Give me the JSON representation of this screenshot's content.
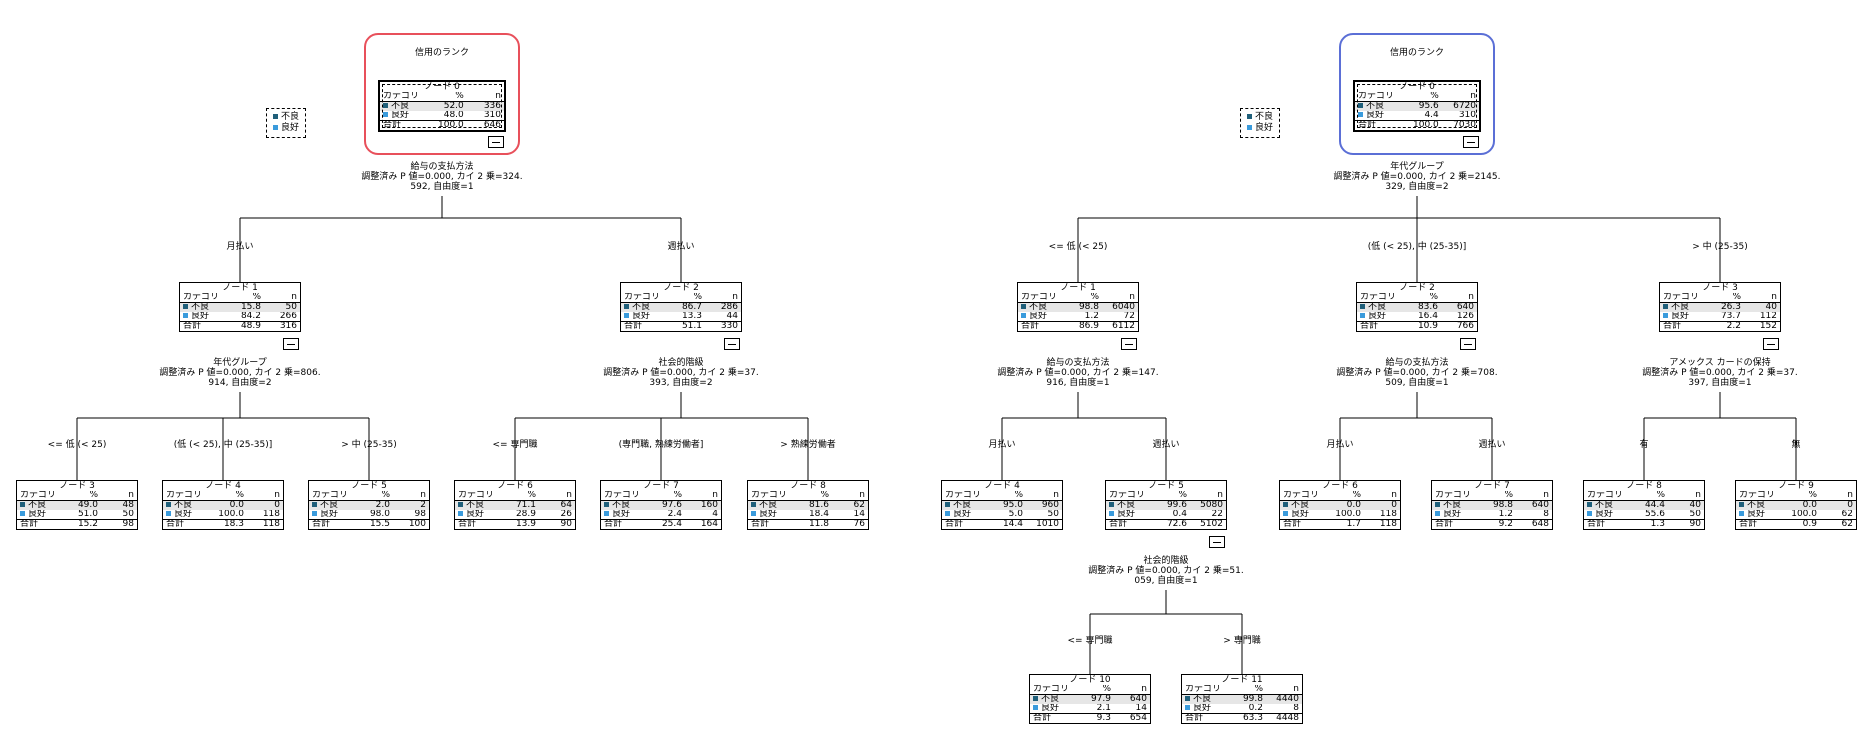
{
  "colors": {
    "bad": "#1f5f7a",
    "good": "#3a9bdc",
    "highlight_left": "#e8505b",
    "highlight_right": "#5b6fd6"
  },
  "trees": [
    {
      "dependent": "信用のランク",
      "legend": [
        "不良",
        "良好"
      ],
      "nodes": [
        {
          "id": "n0",
          "title": "ノード 0",
          "hdr": [
            "カテゴリ",
            "%",
            "n"
          ],
          "rows": [
            [
              "不良",
              "52.0",
              "336"
            ],
            [
              "良好",
              "48.0",
              "310"
            ]
          ],
          "total": [
            "合計",
            "100.0",
            "646"
          ]
        },
        {
          "id": "n1",
          "title": "ノード 1",
          "hdr": [
            "カテゴリ",
            "%",
            "n"
          ],
          "rows": [
            [
              "不良",
              "15.8",
              "50"
            ],
            [
              "良好",
              "84.2",
              "266"
            ]
          ],
          "total": [
            "合計",
            "48.9",
            "316"
          ]
        },
        {
          "id": "n2",
          "title": "ノード 2",
          "hdr": [
            "カテゴリ",
            "%",
            "n"
          ],
          "rows": [
            [
              "不良",
              "86.7",
              "286"
            ],
            [
              "良好",
              "13.3",
              "44"
            ]
          ],
          "total": [
            "合計",
            "51.1",
            "330"
          ]
        },
        {
          "id": "n3",
          "title": "ノード 3",
          "hdr": [
            "カテゴリ",
            "%",
            "n"
          ],
          "rows": [
            [
              "不良",
              "49.0",
              "48"
            ],
            [
              "良好",
              "51.0",
              "50"
            ]
          ],
          "total": [
            "合計",
            "15.2",
            "98"
          ]
        },
        {
          "id": "n4",
          "title": "ノード 4",
          "hdr": [
            "カテゴリ",
            "%",
            "n"
          ],
          "rows": [
            [
              "不良",
              "0.0",
              "0"
            ],
            [
              "良好",
              "100.0",
              "118"
            ]
          ],
          "total": [
            "合計",
            "18.3",
            "118"
          ]
        },
        {
          "id": "n5",
          "title": "ノード 5",
          "hdr": [
            "カテゴリ",
            "%",
            "n"
          ],
          "rows": [
            [
              "不良",
              "2.0",
              "2"
            ],
            [
              "良好",
              "98.0",
              "98"
            ]
          ],
          "total": [
            "合計",
            "15.5",
            "100"
          ]
        },
        {
          "id": "n6",
          "title": "ノード 6",
          "hdr": [
            "カテゴリ",
            "%",
            "n"
          ],
          "rows": [
            [
              "不良",
              "71.1",
              "64"
            ],
            [
              "良好",
              "28.9",
              "26"
            ]
          ],
          "total": [
            "合計",
            "13.9",
            "90"
          ]
        },
        {
          "id": "n7",
          "title": "ノード 7",
          "hdr": [
            "カテゴリ",
            "%",
            "n"
          ],
          "rows": [
            [
              "不良",
              "97.6",
              "160"
            ],
            [
              "良好",
              "2.4",
              "4"
            ]
          ],
          "total": [
            "合計",
            "25.4",
            "164"
          ]
        },
        {
          "id": "n8",
          "title": "ノード 8",
          "hdr": [
            "カテゴリ",
            "%",
            "n"
          ],
          "rows": [
            [
              "不良",
              "81.6",
              "62"
            ],
            [
              "良好",
              "18.4",
              "14"
            ]
          ],
          "total": [
            "合計",
            "11.8",
            "76"
          ]
        }
      ],
      "splits": [
        {
          "var": "給与の支払方法",
          "stat": "調整済み P 値=0.000, カイ 2 乗=324.",
          "stat2": "592, 自由度=1"
        },
        {
          "var": "年代グループ",
          "stat": "調整済み P 値=0.000, カイ 2 乗=806.",
          "stat2": "914, 自由度=2"
        },
        {
          "var": "社会的階級",
          "stat": "調整済み P 値=0.000, カイ 2 乗=37.",
          "stat2": "393, 自由度=2"
        }
      ],
      "branches": [
        "月払い",
        "週払い",
        "<= 低 (< 25)",
        "(低 (< 25), 中 (25-35)]",
        "> 中 (25-35)",
        "<= 専門職",
        "(専門職, 熟練労働者]",
        "> 熟練労働者"
      ]
    },
    {
      "dependent": "信用のランク",
      "legend": [
        "不良",
        "良好"
      ],
      "nodes": [
        {
          "id": "n0",
          "title": "ノード 0",
          "hdr": [
            "カテゴリ",
            "%",
            "n"
          ],
          "rows": [
            [
              "不良",
              "95.6",
              "6720"
            ],
            [
              "良好",
              "4.4",
              "310"
            ]
          ],
          "total": [
            "合計",
            "100.0",
            "7030"
          ]
        },
        {
          "id": "n1",
          "title": "ノード 1",
          "hdr": [
            "カテゴリ",
            "%",
            "n"
          ],
          "rows": [
            [
              "不良",
              "98.8",
              "6040"
            ],
            [
              "良好",
              "1.2",
              "72"
            ]
          ],
          "total": [
            "合計",
            "86.9",
            "6112"
          ]
        },
        {
          "id": "n2",
          "title": "ノード 2",
          "hdr": [
            "カテゴリ",
            "%",
            "n"
          ],
          "rows": [
            [
              "不良",
              "83.6",
              "640"
            ],
            [
              "良好",
              "16.4",
              "126"
            ]
          ],
          "total": [
            "合計",
            "10.9",
            "766"
          ]
        },
        {
          "id": "n3",
          "title": "ノード 3",
          "hdr": [
            "カテゴリ",
            "%",
            "n"
          ],
          "rows": [
            [
              "不良",
              "26.3",
              "40"
            ],
            [
              "良好",
              "73.7",
              "112"
            ]
          ],
          "total": [
            "合計",
            "2.2",
            "152"
          ]
        },
        {
          "id": "n4",
          "title": "ノード 4",
          "hdr": [
            "カテゴリ",
            "%",
            "n"
          ],
          "rows": [
            [
              "不良",
              "95.0",
              "960"
            ],
            [
              "良好",
              "5.0",
              "50"
            ]
          ],
          "total": [
            "合計",
            "14.4",
            "1010"
          ]
        },
        {
          "id": "n5",
          "title": "ノード 5",
          "hdr": [
            "カテゴリ",
            "%",
            "n"
          ],
          "rows": [
            [
              "不良",
              "99.6",
              "5080"
            ],
            [
              "良好",
              "0.4",
              "22"
            ]
          ],
          "total": [
            "合計",
            "72.6",
            "5102"
          ]
        },
        {
          "id": "n6",
          "title": "ノード 6",
          "hdr": [
            "カテゴリ",
            "%",
            "n"
          ],
          "rows": [
            [
              "不良",
              "0.0",
              "0"
            ],
            [
              "良好",
              "100.0",
              "118"
            ]
          ],
          "total": [
            "合計",
            "1.7",
            "118"
          ]
        },
        {
          "id": "n7",
          "title": "ノード 7",
          "hdr": [
            "カテゴリ",
            "%",
            "n"
          ],
          "rows": [
            [
              "不良",
              "98.8",
              "640"
            ],
            [
              "良好",
              "1.2",
              "8"
            ]
          ],
          "total": [
            "合計",
            "9.2",
            "648"
          ]
        },
        {
          "id": "n8",
          "title": "ノード 8",
          "hdr": [
            "カテゴリ",
            "%",
            "n"
          ],
          "rows": [
            [
              "不良",
              "44.4",
              "40"
            ],
            [
              "良好",
              "55.6",
              "50"
            ]
          ],
          "total": [
            "合計",
            "1.3",
            "90"
          ]
        },
        {
          "id": "n9",
          "title": "ノード 9",
          "hdr": [
            "カテゴリ",
            "%",
            "n"
          ],
          "rows": [
            [
              "不良",
              "0.0",
              "0"
            ],
            [
              "良好",
              "100.0",
              "62"
            ]
          ],
          "total": [
            "合計",
            "0.9",
            "62"
          ]
        },
        {
          "id": "n10",
          "title": "ノード 10",
          "hdr": [
            "カテゴリ",
            "%",
            "n"
          ],
          "rows": [
            [
              "不良",
              "97.9",
              "640"
            ],
            [
              "良好",
              "2.1",
              "14"
            ]
          ],
          "total": [
            "合計",
            "9.3",
            "654"
          ]
        },
        {
          "id": "n11",
          "title": "ノード 11",
          "hdr": [
            "カテゴリ",
            "%",
            "n"
          ],
          "rows": [
            [
              "不良",
              "99.8",
              "4440"
            ],
            [
              "良好",
              "0.2",
              "8"
            ]
          ],
          "total": [
            "合計",
            "63.3",
            "4448"
          ]
        }
      ],
      "splits": [
        {
          "var": "年代グループ",
          "stat": "調整済み P 値=0.000, カイ 2 乗=2145.",
          "stat2": "329, 自由度=2"
        },
        {
          "var": "給与の支払方法",
          "stat": "調整済み P 値=0.000, カイ 2 乗=147.",
          "stat2": "916, 自由度=1"
        },
        {
          "var": "給与の支払方法",
          "stat": "調整済み P 値=0.000, カイ 2 乗=708.",
          "stat2": "509, 自由度=1"
        },
        {
          "var": "アメックス カードの保持",
          "stat": "調整済み P 値=0.000, カイ 2 乗=37.",
          "stat2": "397, 自由度=1"
        },
        {
          "var": "社会的階級",
          "stat": "調整済み P 値=0.000, カイ 2 乗=51.",
          "stat2": "059, 自由度=1"
        }
      ],
      "branches": [
        "<= 低 (< 25)",
        "(低 (< 25), 中 (25-35)]",
        "> 中 (25-35)",
        "月払い",
        "週払い",
        "月払い",
        "週払い",
        "有",
        "無",
        "<= 専門職",
        "> 専門職"
      ]
    }
  ]
}
